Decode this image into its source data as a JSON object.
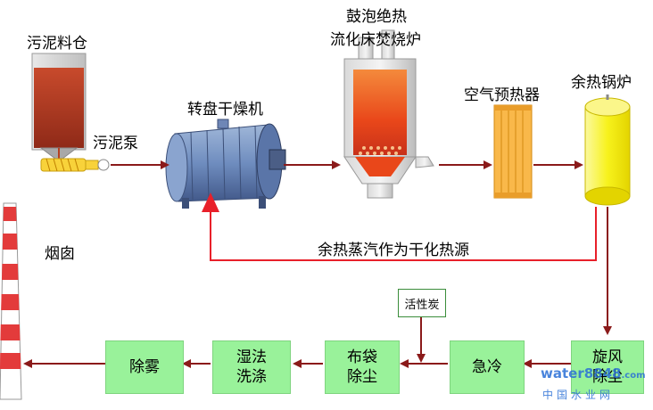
{
  "labels": {
    "sludge_bin": "污泥料仓",
    "sludge_pump": "污泥泵",
    "dryer": "转盘干燥机",
    "incinerator_line1": "鼓泡绝热",
    "incinerator_line2": "流化床焚烧炉",
    "air_preheater": "空气预热器",
    "boiler": "余热锅炉",
    "chimney": "烟囱",
    "steam_return": "余热蒸汽作为干化热源"
  },
  "process_boxes": {
    "cyclone_line1": "旋风",
    "cyclone_line2": "除尘",
    "quench": "急冷",
    "bag_line1": "布袋",
    "bag_line2": "除尘",
    "scrubber_line1": "湿法",
    "scrubber_line2": "洗涤",
    "demist": "除雾"
  },
  "activated_carbon": "活性炭",
  "watermark": {
    "site": "water8848",
    "tld": ".com",
    "cn_name": "中国水业网"
  },
  "colors": {
    "arrow": "#8b1a1a",
    "recycle_line": "#e8202a",
    "box_fill": "#99f29a",
    "sludge": "#a8341e",
    "furnace_fire": "#f26b1d",
    "preheater": "#f9b84a",
    "boiler": "#f4f22a"
  }
}
